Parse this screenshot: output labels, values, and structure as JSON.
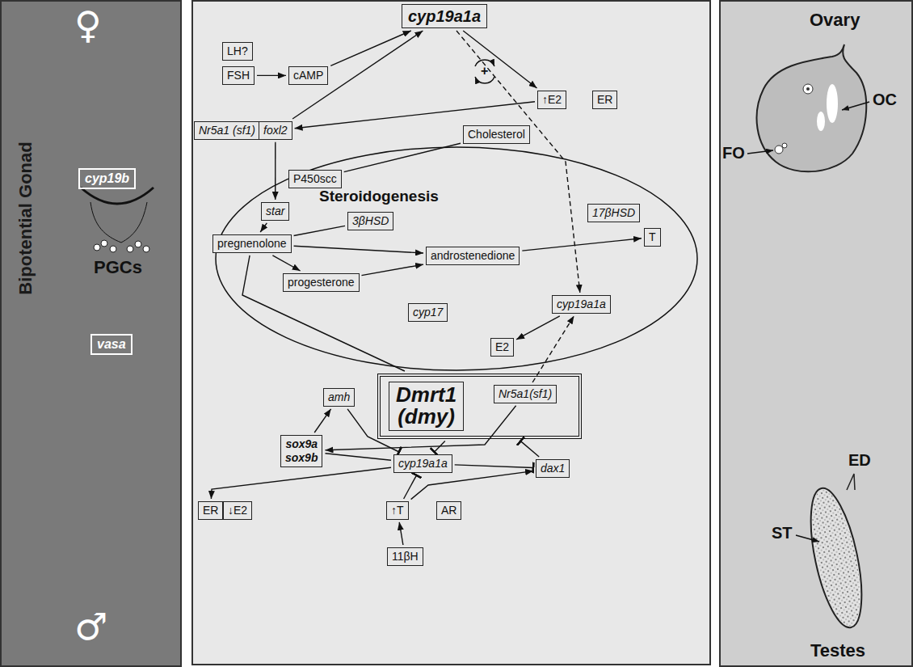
{
  "diagram": {
    "nodes": [
      {
        "text": [
          "♀",
          "Bipotential Gonad",
          "♂"
        ]
      },
      {
        "text": [
          "cyp19b"
        ],
        "in": 0
      },
      {
        "text": [
          "vasa"
        ],
        "in": 0
      },
      {
        "text": [
          "cyp19a1a"
        ]
      },
      {
        "text": [
          "LH?"
        ]
      },
      {
        "text": [
          "FSH"
        ]
      },
      {
        "text": [
          "cAMP"
        ]
      },
      {
        "text": [
          "↑E2"
        ]
      },
      {
        "text": [
          "ER"
        ]
      },
      {
        "text": [
          "Nr5a1 (sf1)"
        ]
      },
      {
        "text": [
          "foxl2"
        ]
      },
      {
        "text": [
          "Cholesterol"
        ]
      },
      {
        "text": [
          "Steroidogenesis"
        ]
      },
      {
        "text": [
          "P450scc"
        ],
        "in": 12
      },
      {
        "text": [
          "star"
        ],
        "in": 12
      },
      {
        "text": [
          "3βHSD"
        ],
        "in": 12
      },
      {
        "text": [
          "17βHSD"
        ],
        "in": 12
      },
      {
        "text": [
          "pregnenolone"
        ],
        "in": 12
      },
      {
        "text": [
          "androstenedione"
        ],
        "in": 12
      },
      {
        "text": [
          "T"
        ],
        "in": 12
      },
      {
        "text": [
          "progesterone"
        ],
        "in": 12
      },
      {
        "text": [
          "cyp17"
        ],
        "in": 12
      },
      {
        "text": [
          "cyp19a1a"
        ],
        "in": 12
      },
      {
        "text": [
          "E2"
        ],
        "in": 12
      },
      {
        "text": [
          "Dmrt1 (dmy)"
        ]
      },
      {
        "text": [
          "Nr5a1(sf1)"
        ],
        "in": 24
      },
      {
        "text": [
          "amh"
        ]
      },
      {
        "text": [
          "sox9a sox9b"
        ]
      },
      {
        "text": [
          "cyp19a1a"
        ]
      },
      {
        "text": [
          "dax1"
        ]
      },
      {
        "text": [
          "ER"
        ]
      },
      {
        "text": [
          "↓E2"
        ]
      },
      {
        "text": [
          "↑T"
        ]
      },
      {
        "text": [
          "AR"
        ]
      },
      {
        "text": [
          "11βH"
        ]
      }
    ],
    "edges": [
      {
        "from": 5,
        "to": 6,
        "arrow": "to"
      },
      {
        "from": 6,
        "to": 3,
        "arrow": "to"
      },
      {
        "from": 10,
        "to": 3,
        "arrow": "to"
      },
      {
        "from": 3,
        "to": 7,
        "arrow": "to"
      },
      {
        "from": 7,
        "to": 10,
        "arrow": "to"
      },
      {
        "from": 3,
        "to": 22,
        "arrow": "to"
      },
      {
        "from": 10,
        "to": 14,
        "arrow": "to"
      },
      {
        "from": 11,
        "to": 13,
        "arrow": "none"
      },
      {
        "from": 14,
        "to": 17,
        "arrow": "to"
      },
      {
        "from": 15,
        "to": 17,
        "arrow": "none"
      },
      {
        "from": 17,
        "to": 18,
        "arrow": "to"
      },
      {
        "from": 17,
        "to": 20,
        "arrow": "to"
      },
      {
        "from": 20,
        "to": 18,
        "arrow": "to"
      },
      {
        "from": 18,
        "to": 19,
        "arrow": "to"
      },
      {
        "from": 22,
        "to": 23,
        "arrow": "to"
      },
      {
        "from": 17,
        "to": 24,
        "arrow": "none"
      },
      {
        "from": 25,
        "to": 27,
        "arrow": "to"
      },
      {
        "from": 27,
        "to": 26,
        "arrow": "to"
      },
      {
        "from": 26,
        "to": 28,
        "arrow": "to"
      },
      {
        "from": 24,
        "to": 28,
        "arrow": "to"
      },
      {
        "from": 27,
        "to": 28,
        "arrow": "none"
      },
      {
        "from": 28,
        "to": 29,
        "arrow": "to"
      },
      {
        "from": 29,
        "to": 24,
        "arrow": "to"
      },
      {
        "from": 25,
        "to": 22,
        "arrow": "to"
      },
      {
        "from": 28,
        "to": 30,
        "arrow": "to"
      },
      {
        "from": 32,
        "to": 28,
        "arrow": "to"
      },
      {
        "from": 32,
        "to": 29,
        "arrow": "to"
      },
      {
        "from": 34,
        "to": 32,
        "arrow": "to"
      }
    ],
    "labels": [
      "+",
      "PGCs",
      "Ovary",
      "FO",
      "OC",
      "Testes",
      "ST",
      "ED"
    ]
  }
}
